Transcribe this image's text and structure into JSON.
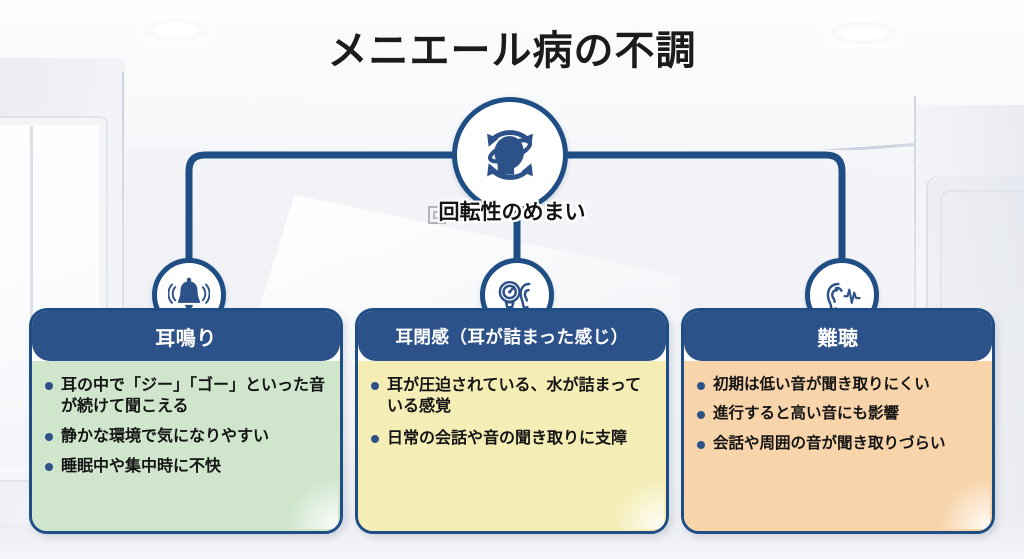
{
  "page": {
    "title": "メニエール病の不調",
    "accent_navy": "#1f4e84",
    "header_navy": "#2d5189",
    "background": "interior-room-photo"
  },
  "center": {
    "label": "回転性のめまい",
    "icon": "head-with-rotating-arrows-icon"
  },
  "cards": [
    {
      "id": "tinnitus",
      "icon": "bell-ringing-icon",
      "heading": "耳鳴り",
      "body_color": "#cfe6cd",
      "bullets": [
        "耳の中で「ジー」「ゴー」といった音が続けて聞こえる",
        "静かな環境で気になりやすい",
        "睡眠中や集中時に不快"
      ]
    },
    {
      "id": "ear-fullness",
      "icon": "pressure-gauge-ear-icon",
      "heading": "耳閉感（耳が詰まった感じ）",
      "body_color": "#f4edb5",
      "bullets": [
        "耳が圧迫されている、水が詰まっている感覚",
        "日常の会話や音の聞き取りに支障"
      ]
    },
    {
      "id": "hearing-loss",
      "icon": "ear-soundwave-icon",
      "heading": "難聴",
      "body_color": "#f8d4aa",
      "bullets": [
        "初期は低い音が聞き取りにくい",
        "進行すると高い音にも影響",
        "会話や周囲の音が聞き取りづらい"
      ]
    }
  ]
}
